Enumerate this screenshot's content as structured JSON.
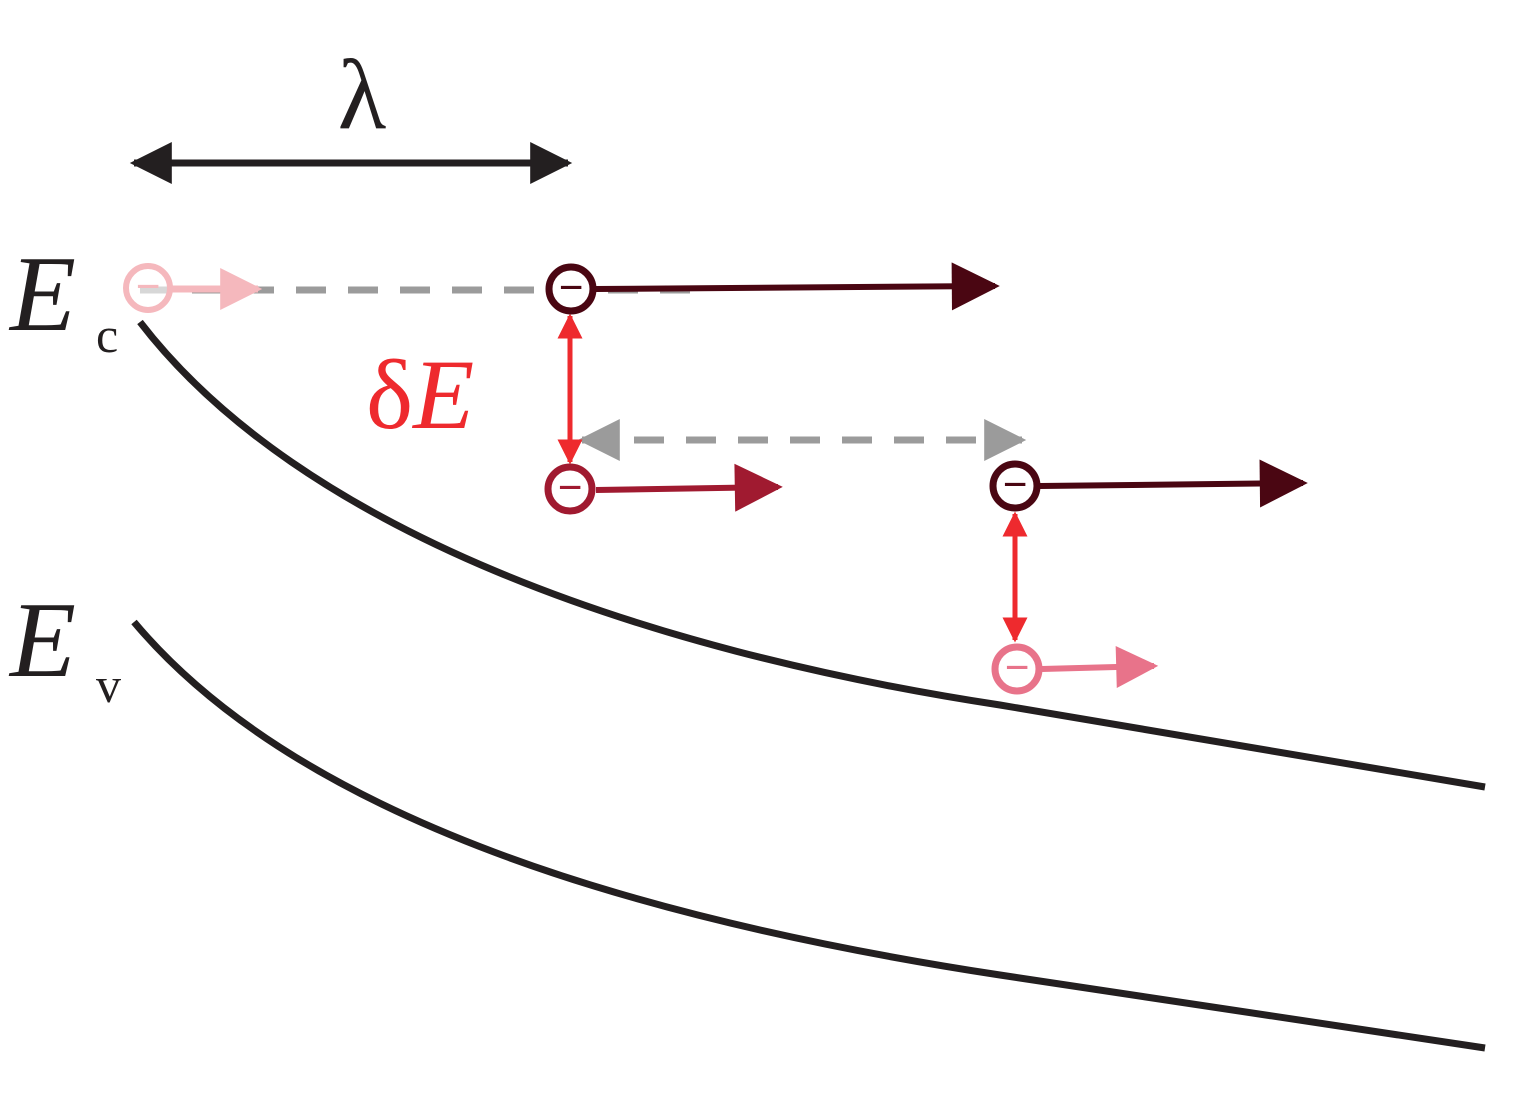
{
  "labels": {
    "lambda": "λ",
    "ec_main": "E",
    "ec_sub": "c",
    "ev_main": "E",
    "ev_sub": "v",
    "delta_prefix": "δ",
    "delta_main": "E"
  },
  "electron_symbol": "−",
  "colors": {
    "band": "#231f20",
    "gray": "#9b9b9b",
    "red": "#ee2a2e",
    "pale_pink": "#f5b8bd",
    "dark_maroon": "#4a0612",
    "crimson": "#a01a30",
    "rose": "#e8738a"
  }
}
